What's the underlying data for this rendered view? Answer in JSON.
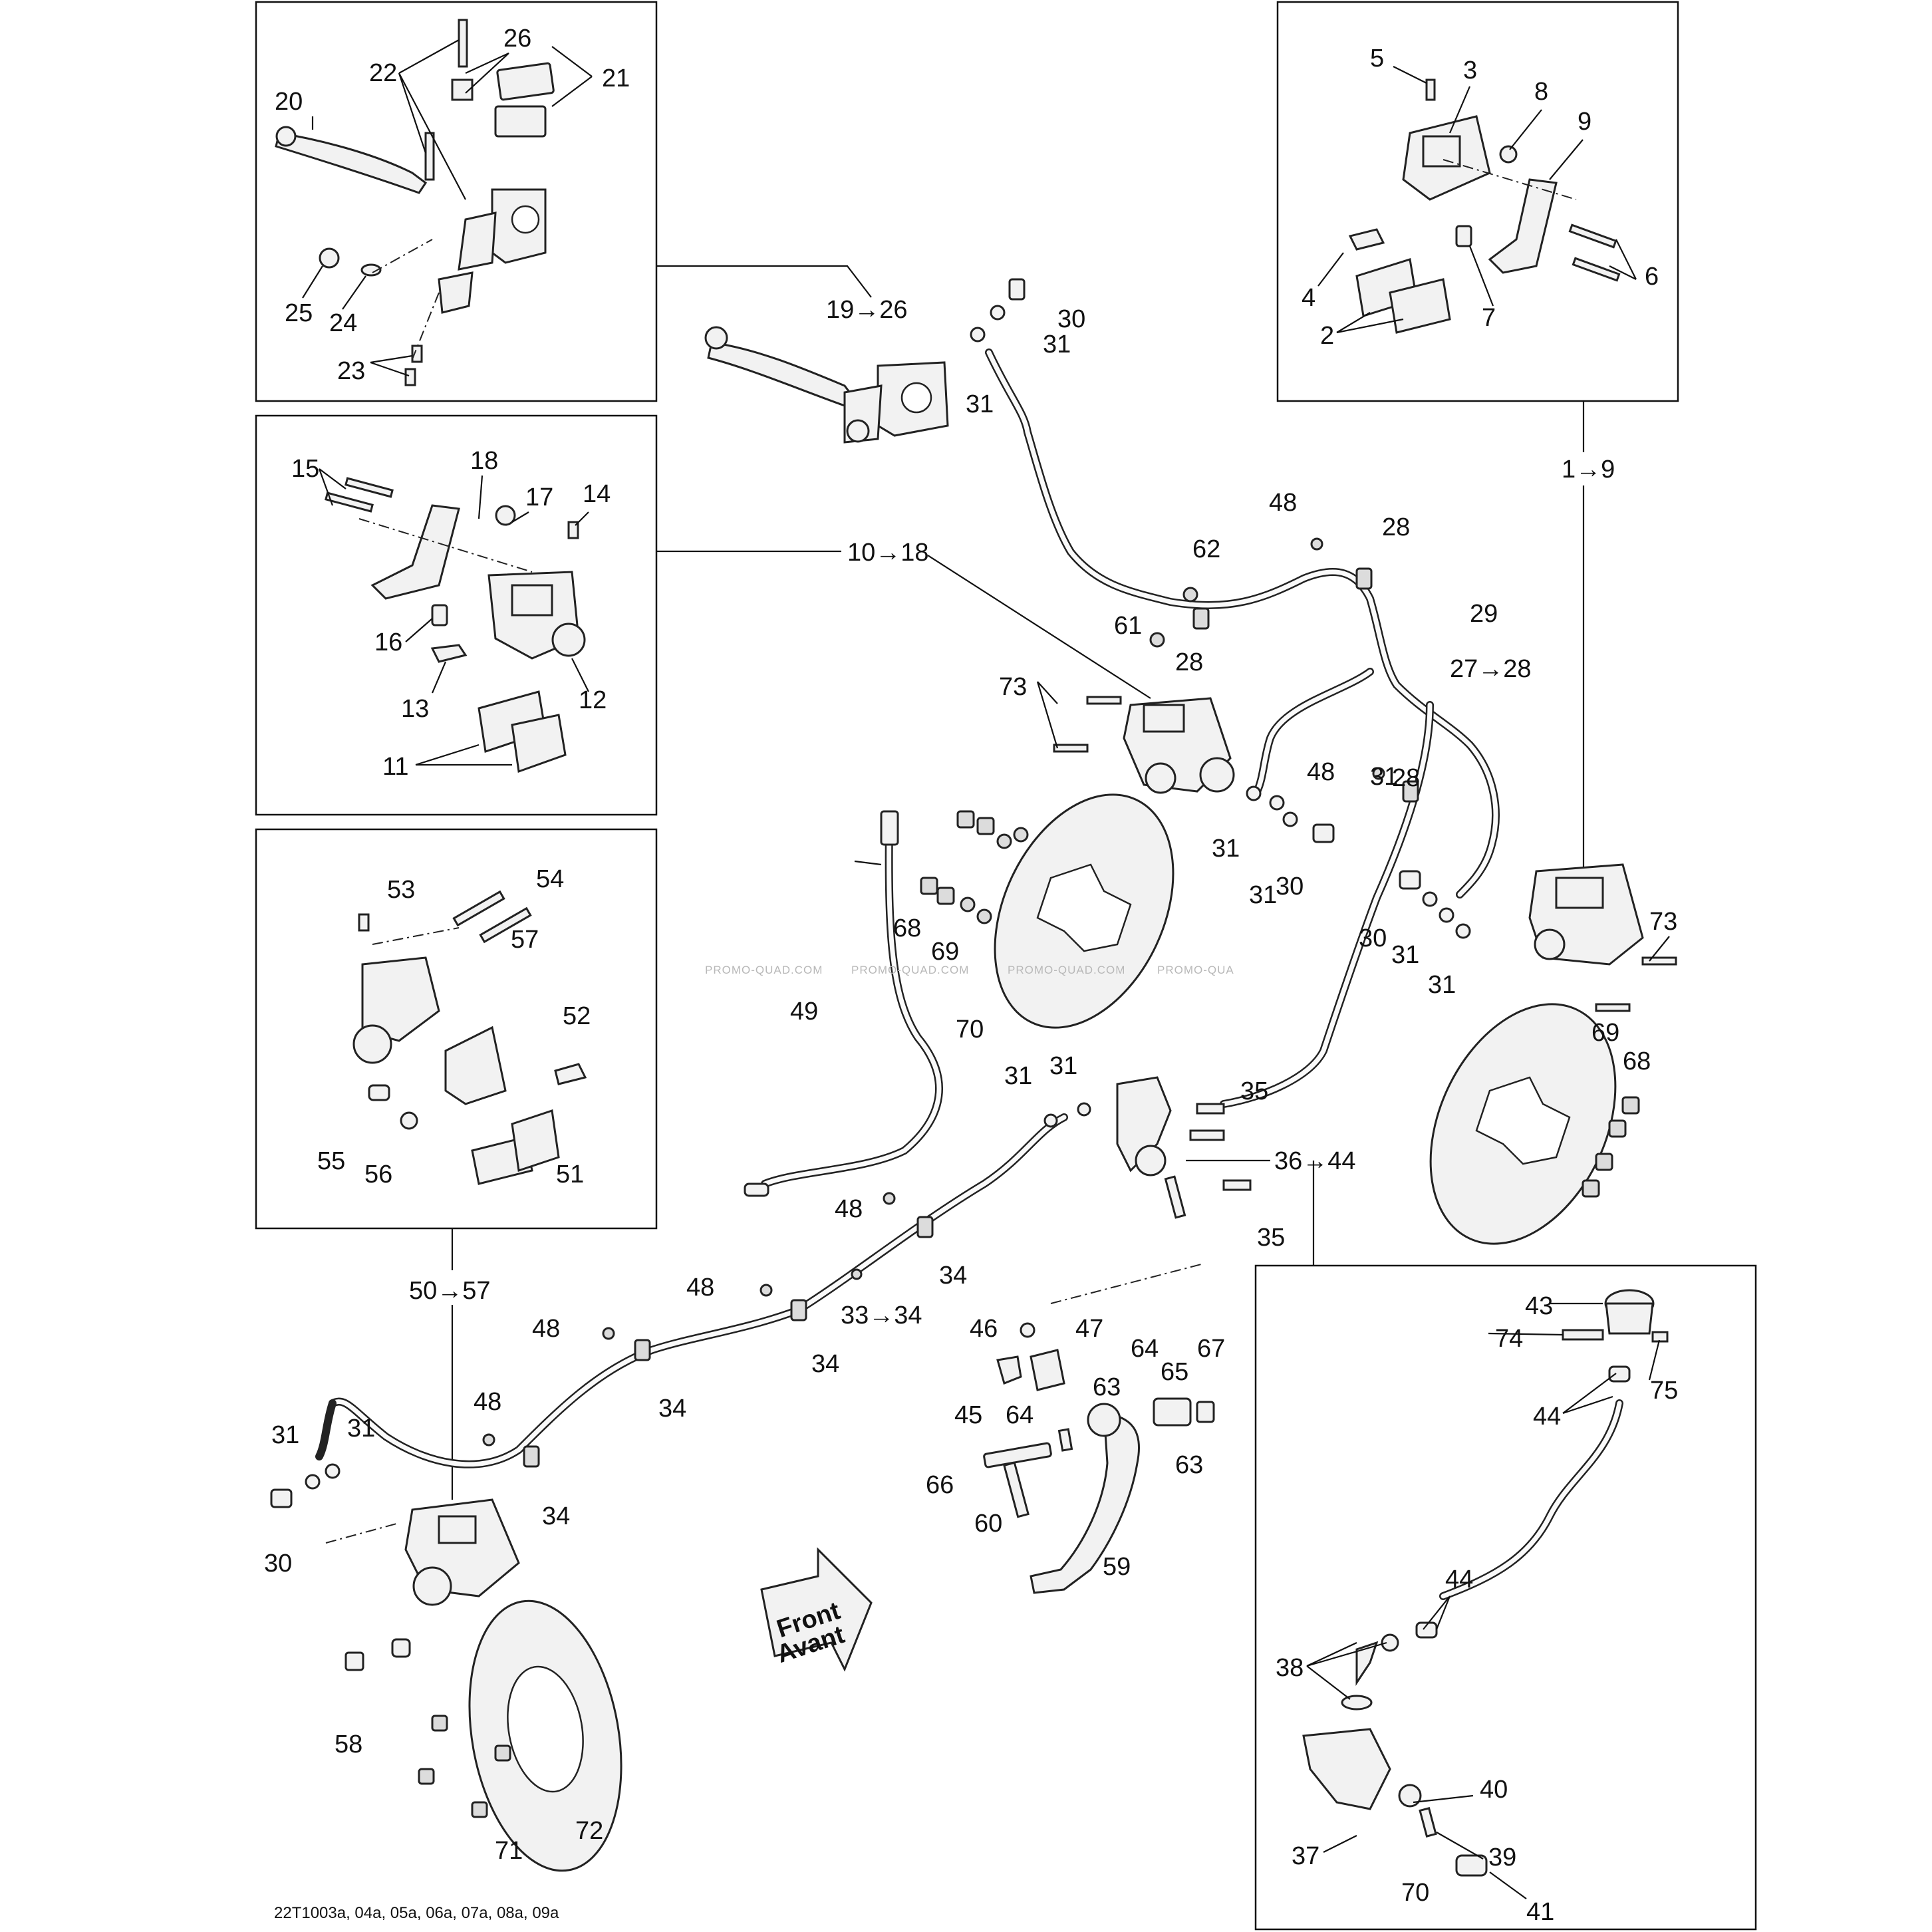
{
  "footer": {
    "code": "22T1003a, 04a, 05a, 06a, 07a, 08a, 09a"
  },
  "watermark": [
    "PROMO-QUAD.COM",
    "PROMO-QUAD.COM",
    "PROMO-QUAD.COM",
    "PROMO-QUA"
  ],
  "direction": {
    "line1": "Front",
    "line2": "Avant"
  },
  "group_refs": {
    "master_cylinder": "19→26",
    "front_caliper_left": "10→18",
    "front_caliper_right": "1→9",
    "rear_caliper": "50→57",
    "fitting": "36→44",
    "hose_rear": "33→34",
    "hose_front": "27→28"
  },
  "labels": {
    "l1": "2",
    "l2": "3",
    "l3": "4",
    "l4": "5",
    "l5": "6",
    "l6": "7",
    "l7": "8",
    "l8": "9",
    "l9": "11",
    "l10": "12",
    "l11": "13",
    "l12": "14",
    "l13": "15",
    "l14": "16",
    "l15": "17",
    "l16": "18",
    "l17": "20",
    "l18": "21",
    "l19": "22",
    "l20": "23",
    "l21": "24",
    "l22": "25",
    "l23": "26",
    "l24": "28",
    "l25": "28",
    "l26": "28",
    "l27": "29",
    "l28": "30",
    "l29": "30",
    "l30": "30",
    "l31": "30",
    "l32": "31",
    "l33": "31",
    "l34": "31",
    "l35": "31",
    "l36": "31",
    "l37": "31",
    "l38": "31",
    "l39": "31",
    "l40": "31",
    "l41": "31",
    "l42": "31",
    "l43": "34",
    "l44": "34",
    "l45": "34",
    "l46": "34",
    "l47": "35",
    "l48": "35",
    "l49": "37",
    "l50": "38",
    "l51": "39",
    "l52": "40",
    "l53": "41",
    "l54": "43",
    "l55": "44",
    "l56": "44",
    "l57": "45",
    "l58": "46",
    "l59": "47",
    "l60": "48",
    "l61": "48",
    "l62": "48",
    "l63": "48",
    "l64": "48",
    "l65": "48",
    "l66": "49",
    "l67": "51",
    "l68": "52",
    "l69": "53",
    "l70": "54",
    "l71": "55",
    "l72": "56",
    "l73": "57",
    "l74": "58",
    "l75": "59",
    "l76": "60",
    "l77": "61",
    "l78": "62",
    "l79": "63",
    "l80": "63",
    "l81": "64",
    "l82": "64",
    "l83": "65",
    "l84": "66",
    "l85": "67",
    "l86": "68",
    "l87": "68",
    "l88": "69",
    "l89": "69",
    "l90": "70",
    "l91": "70",
    "l92": "71",
    "l93": "72",
    "l94": "73",
    "l95": "73",
    "l96": "74",
    "l97": "75"
  }
}
